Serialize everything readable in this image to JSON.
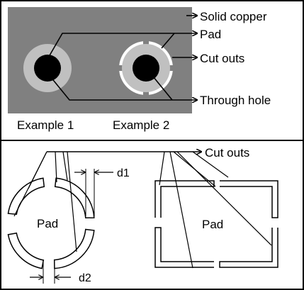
{
  "labels": {
    "solid_copper": "Solid copper",
    "pad": "Pad",
    "cut_outs": "Cut outs",
    "through_hole": "Through hole",
    "example_1": "Example 1",
    "example_2": "Example 2",
    "cut_outs_bottom": "Cut outs",
    "d1": "d1",
    "d2": "d2",
    "pad_round": "Pad",
    "pad_square": "Pad"
  },
  "colors": {
    "copper": "#808080",
    "pad_ring": "#c0c0c0",
    "hole": "#000000",
    "line": "#000000",
    "background": "#ffffff"
  }
}
